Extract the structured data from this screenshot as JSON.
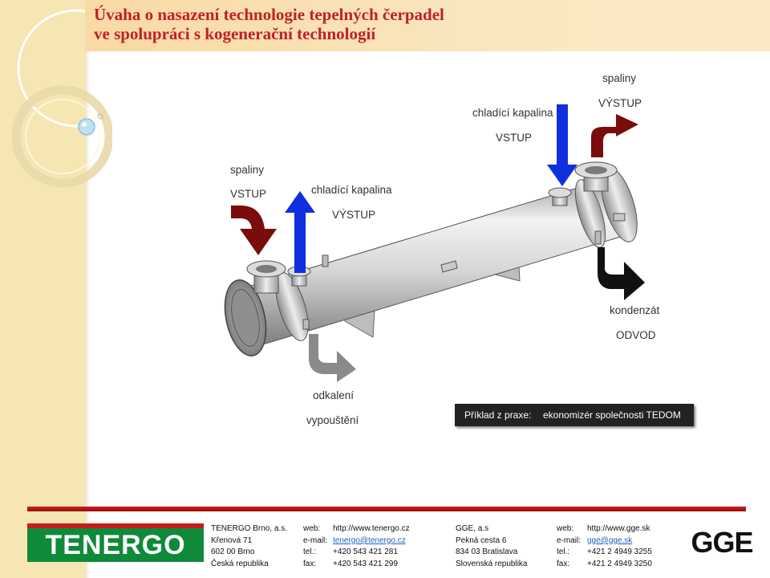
{
  "slide": {
    "title_line1": "Úvaha o nasazení technologie tepelných čerpadel",
    "title_line2": "ve spolupráci s kogenerační technologií"
  },
  "diagram": {
    "labels": {
      "spaliny_out": "spaliny",
      "vystup_spaliny": "VÝSTUP",
      "chladici_in": "chladící kapalina",
      "vstup_chladici": "VSTUP",
      "spaliny_in": "spaliny",
      "vstup_spaliny": "VSTUP",
      "chladici_out": "chladící kapalina",
      "vystup_chladici": "VÝSTUP",
      "kondenzat": "kondenzát",
      "odvod": "ODVOD",
      "odkaleni": "odkalení",
      "vypousteni": "vypouštění"
    },
    "arrow_colors": {
      "flue_gas": "#7a0c0c",
      "coolant": "#1030e0",
      "condensate": "#111111",
      "drain": "#8a8a8a"
    }
  },
  "caption": {
    "prefix": "Příklad z praxe:",
    "text": "ekonomizér společnosti TEDOM"
  },
  "footer": {
    "tenergo_logo": "TENERGO",
    "gge_logo": "GGE",
    "tenergo": {
      "name": "TENERGO Brno, a.s.",
      "street": "Křenová 71",
      "city": "602 00 Brno",
      "country": "Česká republika",
      "web_label": "web:",
      "web": "http://www.tenergo.cz",
      "email_label": "e-mail:",
      "email": "tenergo@tenergo.cz",
      "tel_label": "tel.:",
      "tel": "+420 543 421 281",
      "fax_label": "fax:",
      "fax": "+420 543 421 299"
    },
    "gge": {
      "name": "GGE, a.s",
      "street": "Pekná cesta 6",
      "city": "834 03 Bratislava",
      "country": "Slovenská republika",
      "web_label": "web:",
      "web": "http://www.gge.sk",
      "email_label": "e-mail:",
      "email": "gge@gge.sk",
      "tel_label": "tel.:",
      "tel": "+421 2 4949 3255",
      "fax_label": "fax:",
      "fax": "+421 2 4949 3250"
    }
  }
}
